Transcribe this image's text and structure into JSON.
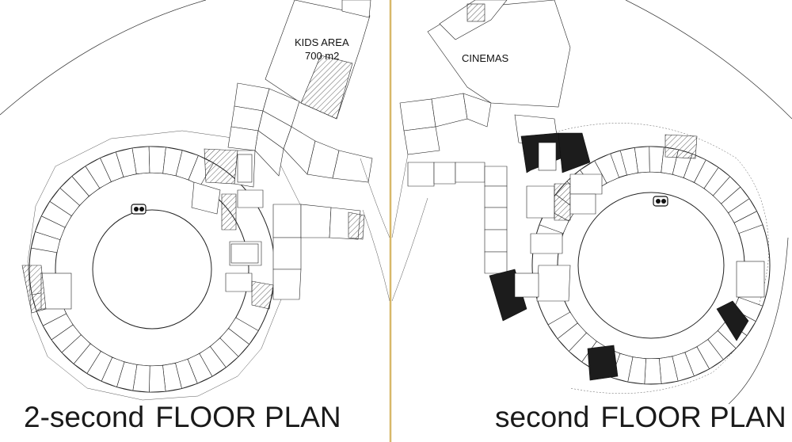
{
  "plans": {
    "left": {
      "caption_prefix": "2-second",
      "caption_main": "FLOOR PLAN",
      "zone_line1": "KIDS AREA",
      "zone_line2": "700 m2"
    },
    "right": {
      "caption_prefix": "second",
      "caption_main": "FLOOR PLAN",
      "zone_label": "CINEMAS"
    }
  },
  "colors": {
    "line": "#222222",
    "dark_fill": "#1c1c1c",
    "divider": "#d8b86a",
    "caption": "#1a1a1a"
  }
}
